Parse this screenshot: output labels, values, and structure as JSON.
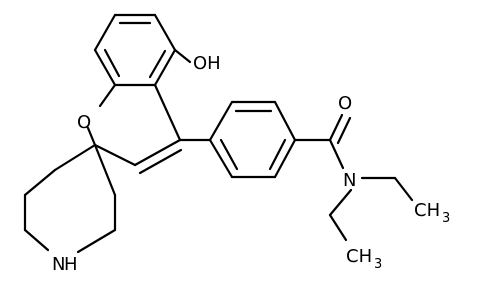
{
  "structure": {
    "atoms": {
      "oh": "OH",
      "ring_o": "O",
      "carbonyl_o": "O",
      "amide_n": "N",
      "pip_n": "N",
      "pip_h": "H",
      "ch3": "CH",
      "ch3_sub": "3"
    }
  }
}
